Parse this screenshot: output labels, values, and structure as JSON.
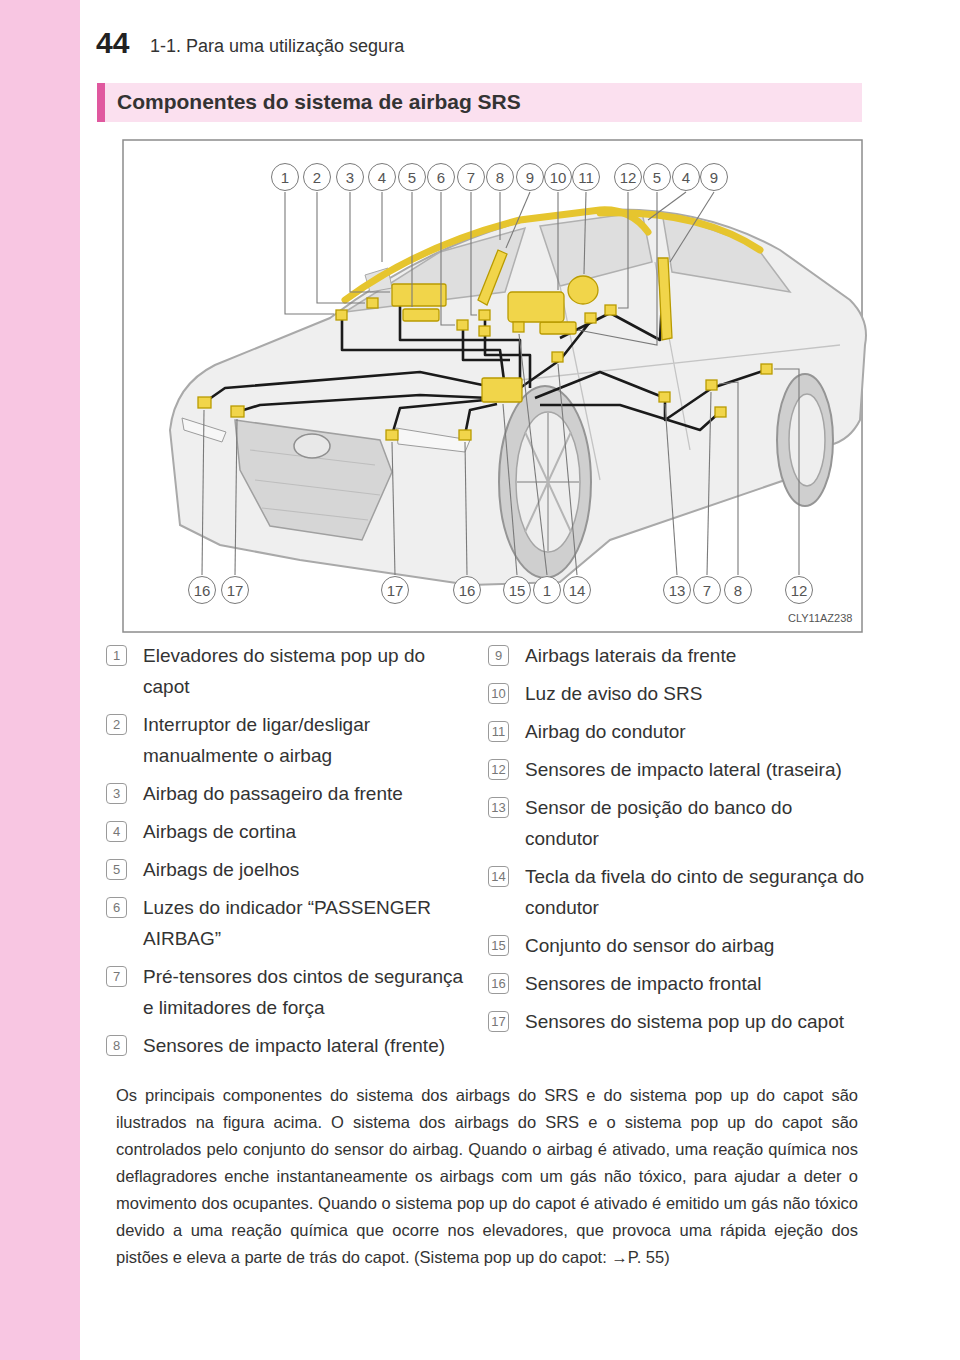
{
  "diagram": {
    "title": "Componentes do sistema de airbag SRS",
    "caption": "Os principais componentes do sistema dos airbags do SRS e do sistema pop up do capot são ilustrados na figura acima. O sistema dos airbags do SRS e o sistema pop up do capot são controlados pelo conjunto do sensor do airbag. Quando o airbag é ativado, uma reação química nos deflagradores enche instantaneamente os airbags com um gás não tóxico, para ajudar a deter o movimento dos ocupantes. Quando o sistema pop up do capot é ativado é emitido um gás não tóxico devido a uma reação química que ocorre nos elevadores, que provoca uma rápida ejeção dos pistões e eleva a parte de trás do capot. (Sistema pop up do capot: →P. 55)",
    "labels": [
      "44",
      "1-1. Para uma utilização segura",
      "1",
      "2",
      "3",
      "4",
      "5",
      "6",
      "7",
      "8",
      "9",
      "10",
      "11",
      "12",
      "5",
      "4",
      "9",
      "16",
      "17",
      "17",
      "16",
      "15",
      "1",
      "14",
      "13",
      "7",
      "8",
      "12",
      "CLY11AZ238",
      "1",
      "Elevadores do sistema pop up do capot",
      "2",
      "Interruptor de ligar/desligar manualmente o airbag",
      "3",
      "Airbag do passageiro da frente",
      "4",
      "Airbags de cortina",
      "5",
      "Airbags de joelhos",
      "6",
      "Luzes do indicador “PASSENGER AIRBAG”",
      "7",
      "Pré-tensores dos cintos de segurança e limitadores de força",
      "8",
      "Sensores de impacto lateral (frente)",
      "9",
      "Airbags laterais da frente",
      "10",
      "Luz de aviso do SRS",
      "11",
      "Airbag do condutor",
      "12",
      "Sensores de impacto lateral (traseira)",
      "13",
      "Sensor de posição do banco do condutor",
      "14",
      "Tecla da fivela do cinto de segurança do condutor",
      "15",
      "Conjunto do sensor do airbag",
      "16",
      "Sensores de impacto frontal",
      "17",
      "Sensores do sistema pop up do capot"
    ]
  }
}
